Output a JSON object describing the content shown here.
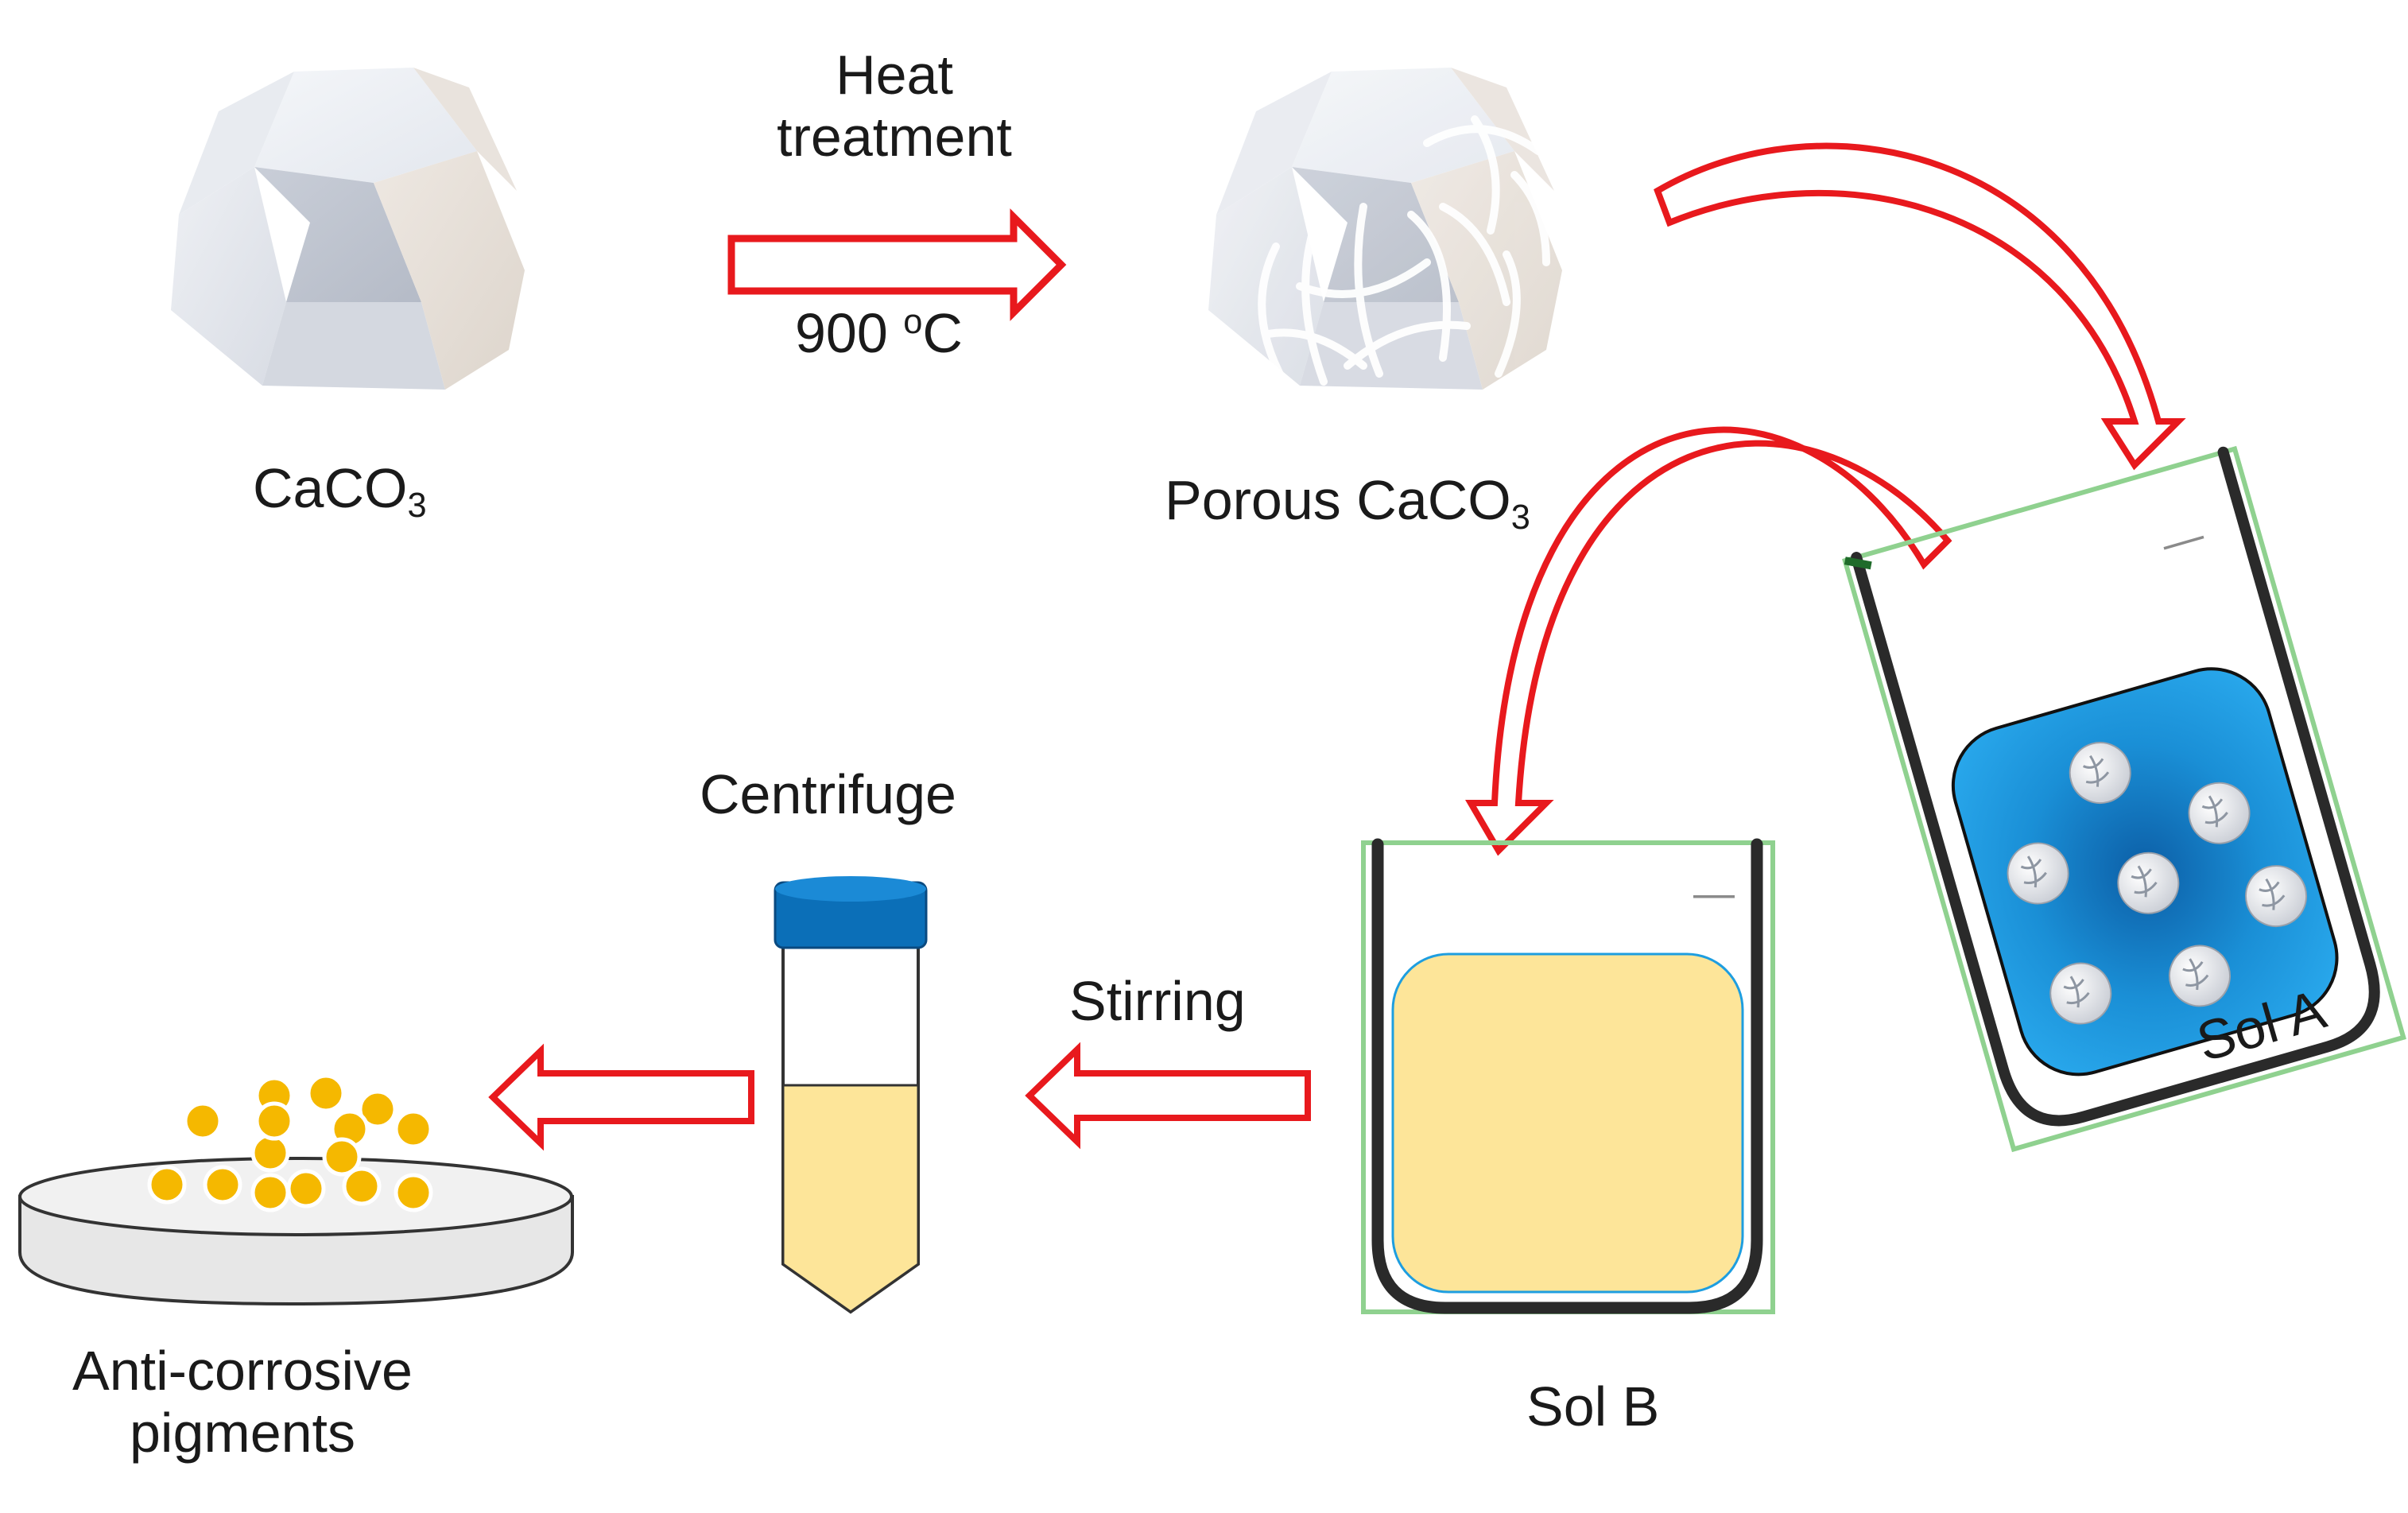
{
  "labels": {
    "caco3": {
      "main": "CaCO",
      "sub": "3"
    },
    "heat_line1": "Heat",
    "heat_line2": "treatment",
    "temperature": {
      "value": "900 ",
      "sup": "o",
      "unit": "C"
    },
    "porous": {
      "main": "Porous CaCO",
      "sub": "3"
    },
    "sol_a": "Sol A",
    "sol_b": "Sol B",
    "stirring": "Stirring",
    "centrifuge": "Centrifuge",
    "pigments_line1": "Anti-corrosive",
    "pigments_line2": "pigments",
    "sol_a_mark": "—",
    "sol_b_mark": "—"
  },
  "colors": {
    "arrow_outline": "#e8191d",
    "sol_a_liquid": "#1e9ee0",
    "sol_b_liquid": "#fde599",
    "beaker_wall": "#2a2a2a",
    "beaker_box": "#8fd18f",
    "tube_cap": "#0b6fb8",
    "tube_liquid": "#fde599",
    "pigment": "#f5b800"
  },
  "icons": [
    "caco3-crystal-icon",
    "porous-crystal-icon",
    "beaker-icon",
    "centrifuge-tube-icon",
    "petri-dish-icon"
  ]
}
